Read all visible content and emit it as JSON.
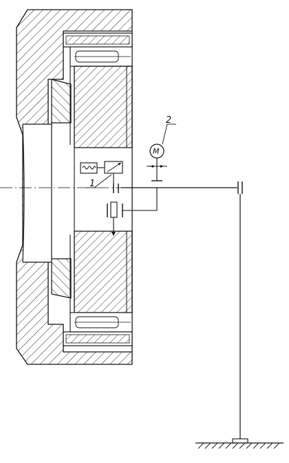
{
  "labels": {
    "callout_1": "1",
    "callout_2": "2",
    "motor_symbol": "M"
  },
  "colors": {
    "line": "#111111",
    "hatch": "#222222",
    "background": "#ffffff"
  },
  "icons": [
    "motor-icon",
    "generator-wave-icon",
    "variable-resistor-icon",
    "ground-hatch-icon"
  ]
}
